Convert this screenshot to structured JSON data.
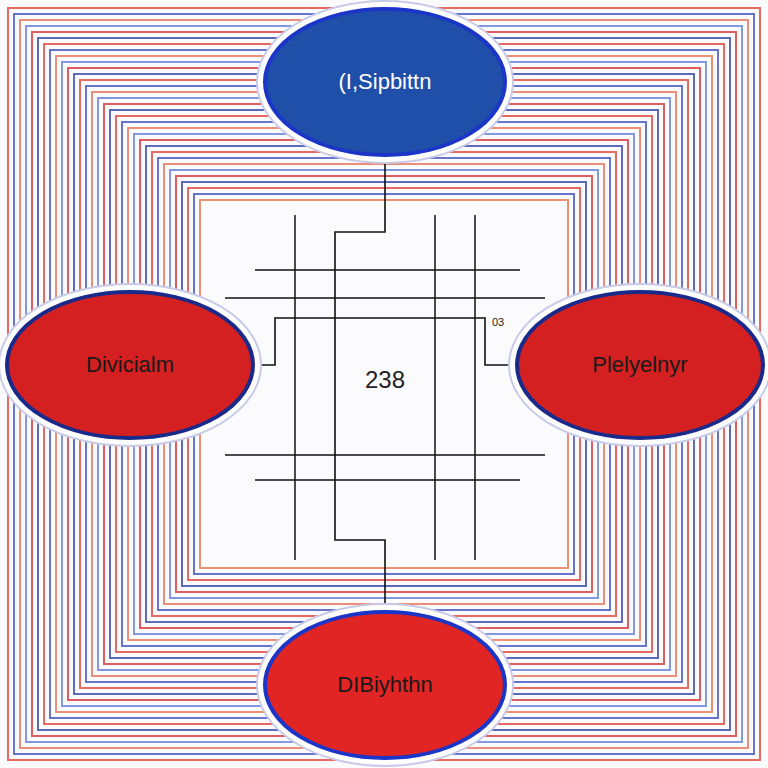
{
  "diagram": {
    "nodes": [
      {
        "text": [
          "(I,Sipbittn"
        ]
      },
      {
        "text": [
          "Divicialm"
        ]
      },
      {
        "text": [
          "Plelyelnyr"
        ]
      },
      {
        "text": [
          "DIBiyhthn"
        ]
      }
    ],
    "edges": [
      {
        "from": 0,
        "to": 3,
        "arrow": "none"
      },
      {
        "from": 1,
        "to": 2,
        "arrow": "none"
      }
    ],
    "labels": [
      "238",
      "03"
    ]
  }
}
